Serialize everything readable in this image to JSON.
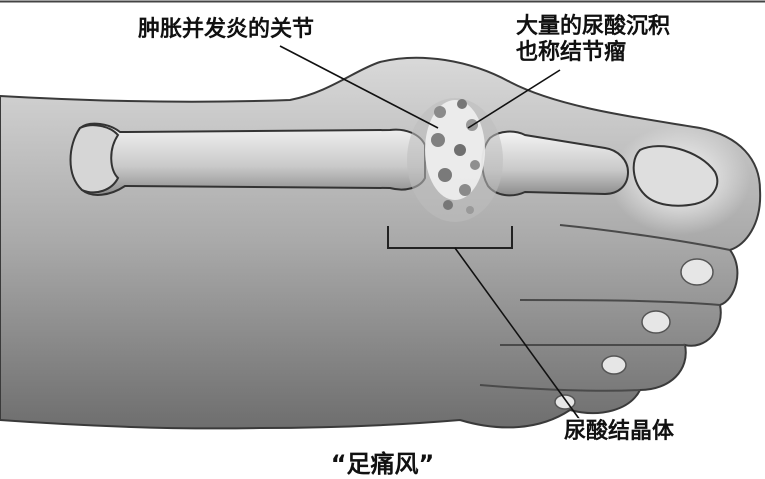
{
  "figure": {
    "labels": {
      "inflamed_joint": "肿胀并发炎的关节",
      "uric_acid_deposit_line1": "大量的尿酸沉积",
      "uric_acid_deposit_line2": "也称结节瘤",
      "urate_crystals": "尿酸结晶体"
    },
    "caption": "“足痛风”"
  }
}
